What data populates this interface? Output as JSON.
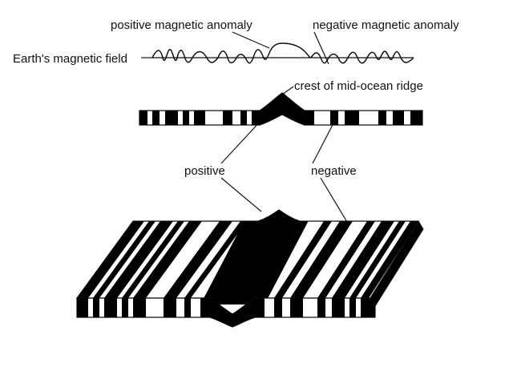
{
  "labels": {
    "positive_anomaly": "positive magnetic anomaly",
    "negative_anomaly": "negative magnetic anomaly",
    "earth_field": "Earth's magnetic field",
    "ridge_crest": "crest of mid-ocean ridge",
    "positive": "positive",
    "negative": "negative"
  },
  "colors": {
    "stripe_normal": "#000000",
    "stripe_reversed": "#ffffff",
    "line": "#111111"
  }
}
